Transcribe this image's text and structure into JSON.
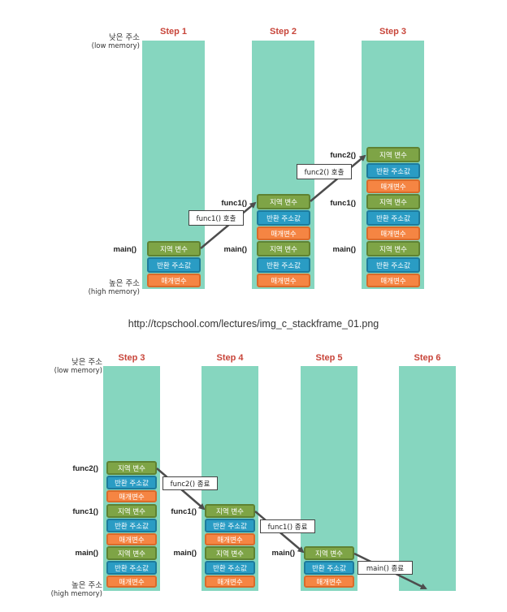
{
  "top": {
    "steps": [
      "Step 1",
      "Step 2",
      "Step 3"
    ],
    "low_addr": "낮은 주소",
    "low_addr_sub": "(low memory)",
    "high_addr": "높은 주소",
    "high_addr_sub": "(high memory)",
    "main_label": "main()",
    "func1_label": "func1()",
    "func2_label": "func2()",
    "local_var": "지역 변수",
    "return_addr": "반환 주소값",
    "param": "매개변수",
    "call_func1": "func1() 호출",
    "call_func2": "func2() 호출"
  },
  "url": "http://tcpschool.com/lectures/img_c_stackframe_01.png",
  "bottom": {
    "steps": [
      "Step 3",
      "Step 4",
      "Step 5",
      "Step 6"
    ],
    "low_addr": "낮은 주소",
    "low_addr_sub": "(low memory)",
    "high_addr": "높은 주소",
    "high_addr_sub": "(high memory)",
    "main_label": "main()",
    "func1_label": "func1()",
    "func2_label": "func2()",
    "local_var": "지역 변수",
    "return_addr": "반환 주소값",
    "param": "매개변수",
    "end_func2": "func2() 종료",
    "end_func1": "func1() 종료",
    "end_main": "main() 종료"
  },
  "colors": {
    "stack_column": "#86d6bf",
    "local_var": "#7ea446",
    "return_addr": "#2a9cc4",
    "param": "#f58543",
    "step_title": "#c8453a"
  }
}
